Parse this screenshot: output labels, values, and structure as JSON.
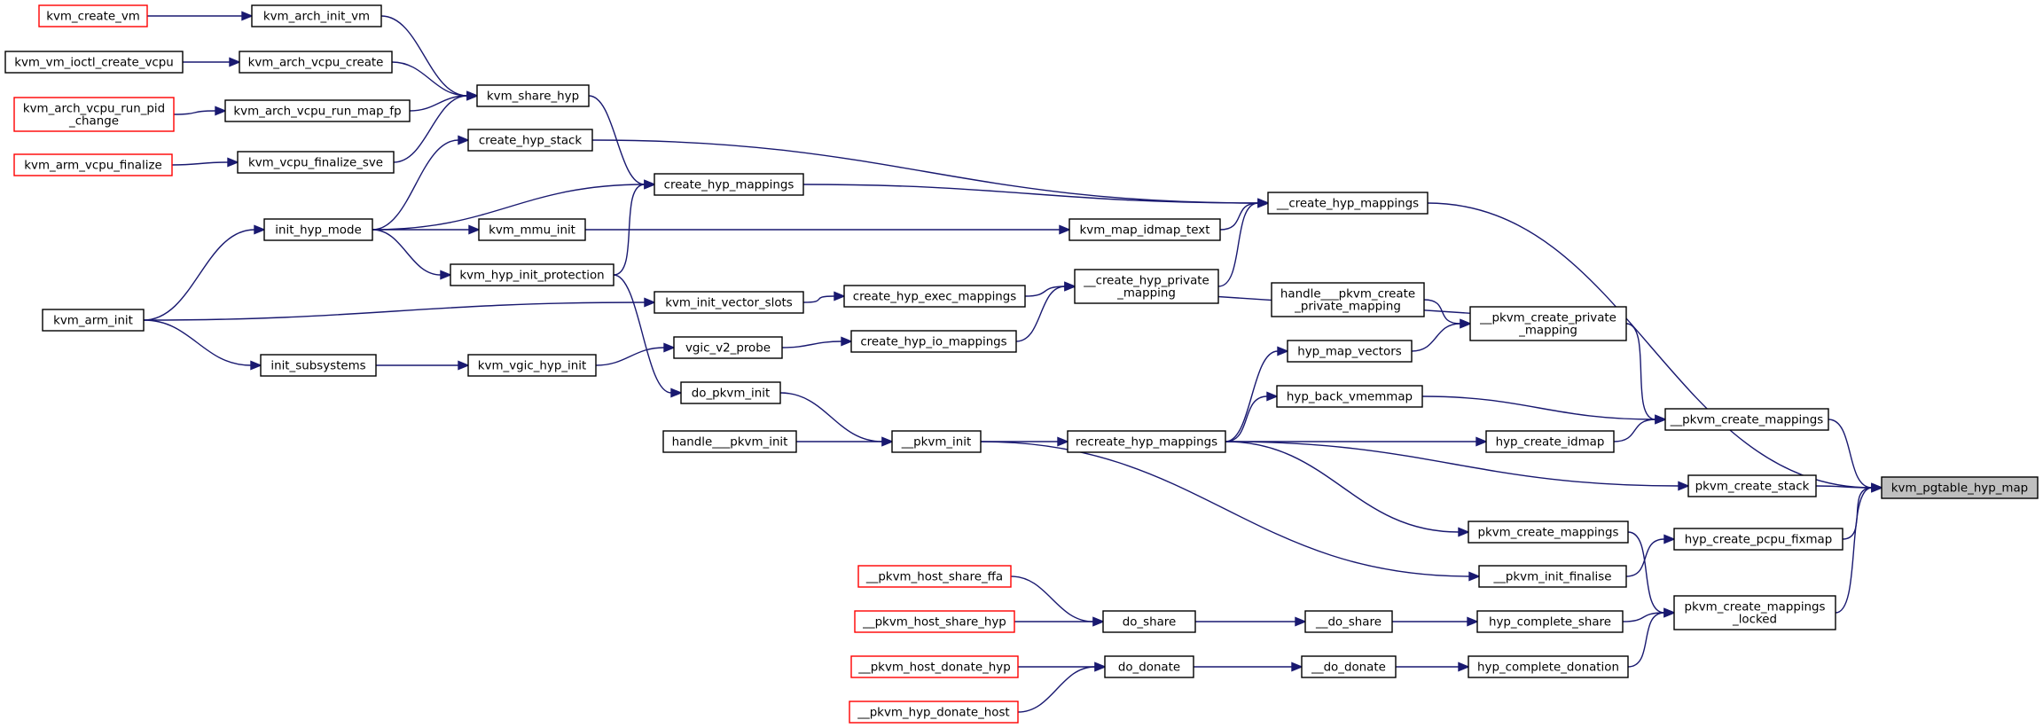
{
  "graph": {
    "nodes": [
      {
        "id": "kvm_pgtable_hyp_map",
        "label": "kvm_pgtable_hyp_map",
        "style": "root"
      },
      {
        "id": "kvm_create_vm",
        "label": "kvm_create_vm",
        "style": "red"
      },
      {
        "id": "kvm_arch_init_vm",
        "label": "kvm_arch_init_vm",
        "style": "normal"
      },
      {
        "id": "kvm_vm_ioctl_create_vcpu",
        "label": "kvm_vm_ioctl_create_vcpu",
        "style": "normal"
      },
      {
        "id": "kvm_arch_vcpu_create",
        "label": "kvm_arch_vcpu_create",
        "style": "normal"
      },
      {
        "id": "kvm_arch_vcpu_run_pid_change",
        "label": "kvm_arch_vcpu_run_pid\n_change",
        "style": "red"
      },
      {
        "id": "kvm_arch_vcpu_run_map_fp",
        "label": "kvm_arch_vcpu_run_map_fp",
        "style": "normal"
      },
      {
        "id": "kvm_share_hyp",
        "label": "kvm_share_hyp",
        "style": "normal"
      },
      {
        "id": "kvm_arm_vcpu_finalize",
        "label": "kvm_arm_vcpu_finalize",
        "style": "red"
      },
      {
        "id": "kvm_vcpu_finalize_sve",
        "label": "kvm_vcpu_finalize_sve",
        "style": "normal"
      },
      {
        "id": "create_hyp_stack",
        "label": "create_hyp_stack",
        "style": "normal"
      },
      {
        "id": "create_hyp_mappings",
        "label": "create_hyp_mappings",
        "style": "normal"
      },
      {
        "id": "__create_hyp_mappings",
        "label": "__create_hyp_mappings",
        "style": "normal"
      },
      {
        "id": "init_hyp_mode",
        "label": "init_hyp_mode",
        "style": "normal"
      },
      {
        "id": "kvm_mmu_init",
        "label": "kvm_mmu_init",
        "style": "normal"
      },
      {
        "id": "kvm_map_idmap_text",
        "label": "kvm_map_idmap_text",
        "style": "normal"
      },
      {
        "id": "kvm_hyp_init_protection",
        "label": "kvm_hyp_init_protection",
        "style": "normal"
      },
      {
        "id": "__create_hyp_private_mapping",
        "label": "__create_hyp_private\n_mapping",
        "style": "normal"
      },
      {
        "id": "handle___pkvm_create_private_mapping",
        "label": "handle___pkvm_create\n_private_mapping",
        "style": "normal"
      },
      {
        "id": "kvm_arm_init",
        "label": "kvm_arm_init",
        "style": "normal"
      },
      {
        "id": "kvm_init_vector_slots",
        "label": "kvm_init_vector_slots",
        "style": "normal"
      },
      {
        "id": "create_hyp_exec_mappings",
        "label": "create_hyp_exec_mappings",
        "style": "normal"
      },
      {
        "id": "__pkvm_create_private_mapping",
        "label": "__pkvm_create_private\n_mapping",
        "style": "normal"
      },
      {
        "id": "init_subsystems",
        "label": "init_subsystems",
        "style": "normal"
      },
      {
        "id": "kvm_vgic_hyp_init",
        "label": "kvm_vgic_hyp_init",
        "style": "normal"
      },
      {
        "id": "vgic_v2_probe",
        "label": "vgic_v2_probe",
        "style": "normal"
      },
      {
        "id": "create_hyp_io_mappings",
        "label": "create_hyp_io_mappings",
        "style": "normal"
      },
      {
        "id": "hyp_map_vectors",
        "label": "hyp_map_vectors",
        "style": "normal"
      },
      {
        "id": "do_pkvm_init",
        "label": "do_pkvm_init",
        "style": "normal"
      },
      {
        "id": "hyp_back_vmemmap",
        "label": "hyp_back_vmemmap",
        "style": "normal"
      },
      {
        "id": "__pkvm_create_mappings",
        "label": "__pkvm_create_mappings",
        "style": "normal"
      },
      {
        "id": "handle___pkvm_init",
        "label": "handle___pkvm_init",
        "style": "normal"
      },
      {
        "id": "__pkvm_init",
        "label": "__pkvm_init",
        "style": "normal"
      },
      {
        "id": "recreate_hyp_mappings",
        "label": "recreate_hyp_mappings",
        "style": "normal"
      },
      {
        "id": "hyp_create_idmap",
        "label": "hyp_create_idmap",
        "style": "normal"
      },
      {
        "id": "pkvm_create_stack",
        "label": "pkvm_create_stack",
        "style": "normal"
      },
      {
        "id": "pkvm_create_mappings",
        "label": "pkvm_create_mappings",
        "style": "normal"
      },
      {
        "id": "hyp_create_pcpu_fixmap",
        "label": "hyp_create_pcpu_fixmap",
        "style": "normal"
      },
      {
        "id": "__pkvm_init_finalise",
        "label": "__pkvm_init_finalise",
        "style": "normal"
      },
      {
        "id": "__pkvm_host_share_ffa",
        "label": "__pkvm_host_share_ffa",
        "style": "red"
      },
      {
        "id": "do_share",
        "label": "do_share",
        "style": "normal"
      },
      {
        "id": "__pkvm_host_share_hyp",
        "label": "__pkvm_host_share_hyp",
        "style": "red"
      },
      {
        "id": "__do_share",
        "label": "__do_share",
        "style": "normal"
      },
      {
        "id": "hyp_complete_share",
        "label": "hyp_complete_share",
        "style": "normal"
      },
      {
        "id": "pkvm_create_mappings_locked",
        "label": "pkvm_create_mappings\n_locked",
        "style": "normal"
      },
      {
        "id": "__pkvm_host_donate_hyp",
        "label": "__pkvm_host_donate_hyp",
        "style": "red"
      },
      {
        "id": "do_donate",
        "label": "do_donate",
        "style": "normal"
      },
      {
        "id": "__do_donate",
        "label": "__do_donate",
        "style": "normal"
      },
      {
        "id": "hyp_complete_donation",
        "label": "hyp_complete_donation",
        "style": "normal"
      },
      {
        "id": "__pkvm_hyp_donate_host",
        "label": "__pkvm_hyp_donate_host",
        "style": "red"
      }
    ],
    "edges": [
      [
        "kvm_create_vm",
        "kvm_arch_init_vm"
      ],
      [
        "kvm_arch_init_vm",
        "kvm_share_hyp"
      ],
      [
        "kvm_vm_ioctl_create_vcpu",
        "kvm_arch_vcpu_create"
      ],
      [
        "kvm_arch_vcpu_create",
        "kvm_share_hyp"
      ],
      [
        "kvm_arch_vcpu_run_pid_change",
        "kvm_arch_vcpu_run_map_fp"
      ],
      [
        "kvm_arch_vcpu_run_map_fp",
        "kvm_share_hyp"
      ],
      [
        "kvm_arm_vcpu_finalize",
        "kvm_vcpu_finalize_sve"
      ],
      [
        "kvm_vcpu_finalize_sve",
        "kvm_share_hyp"
      ],
      [
        "kvm_share_hyp",
        "create_hyp_mappings"
      ],
      [
        "create_hyp_stack",
        "__create_hyp_mappings"
      ],
      [
        "init_hyp_mode",
        "create_hyp_stack"
      ],
      [
        "init_hyp_mode",
        "create_hyp_mappings"
      ],
      [
        "create_hyp_mappings",
        "__create_hyp_mappings"
      ],
      [
        "init_hyp_mode",
        "kvm_mmu_init"
      ],
      [
        "kvm_mmu_init",
        "kvm_map_idmap_text"
      ],
      [
        "kvm_map_idmap_text",
        "__create_hyp_mappings"
      ],
      [
        "init_hyp_mode",
        "kvm_hyp_init_protection"
      ],
      [
        "kvm_hyp_init_protection",
        "create_hyp_mappings"
      ],
      [
        "__create_hyp_private_mapping",
        "__create_hyp_mappings"
      ],
      [
        "kvm_arm_init",
        "init_hyp_mode"
      ],
      [
        "kvm_arm_init",
        "kvm_init_vector_slots"
      ],
      [
        "kvm_init_vector_slots",
        "create_hyp_exec_mappings"
      ],
      [
        "create_hyp_exec_mappings",
        "__create_hyp_private_mapping"
      ],
      [
        "create_hyp_io_mappings",
        "__create_hyp_private_mapping"
      ],
      [
        "handle___pkvm_create_private_mapping",
        "__pkvm_create_private_mapping"
      ],
      [
        "__pkvm_create_private_mapping",
        "__create_hyp_private_mapping"
      ],
      [
        "kvm_arm_init",
        "init_subsystems"
      ],
      [
        "init_subsystems",
        "kvm_vgic_hyp_init"
      ],
      [
        "kvm_vgic_hyp_init",
        "vgic_v2_probe"
      ],
      [
        "vgic_v2_probe",
        "create_hyp_io_mappings"
      ],
      [
        "hyp_map_vectors",
        "__pkvm_create_private_mapping"
      ],
      [
        "__pkvm_create_private_mapping",
        "__pkvm_create_mappings"
      ],
      [
        "kvm_hyp_init_protection",
        "do_pkvm_init"
      ],
      [
        "do_pkvm_init",
        "__pkvm_init"
      ],
      [
        "handle___pkvm_init",
        "__pkvm_init"
      ],
      [
        "__pkvm_init",
        "recreate_hyp_mappings"
      ],
      [
        "recreate_hyp_mappings",
        "hyp_map_vectors"
      ],
      [
        "recreate_hyp_mappings",
        "hyp_back_vmemmap"
      ],
      [
        "hyp_back_vmemmap",
        "__pkvm_create_mappings"
      ],
      [
        "recreate_hyp_mappings",
        "hyp_create_idmap"
      ],
      [
        "hyp_create_idmap",
        "__pkvm_create_mappings"
      ],
      [
        "recreate_hyp_mappings",
        "pkvm_create_stack"
      ],
      [
        "recreate_hyp_mappings",
        "pkvm_create_mappings"
      ],
      [
        "__pkvm_init",
        "__pkvm_init_finalise"
      ],
      [
        "__pkvm_init_finalise",
        "hyp_create_pcpu_fixmap"
      ],
      [
        "__pkvm_host_share_ffa",
        "do_share"
      ],
      [
        "__pkvm_host_share_hyp",
        "do_share"
      ],
      [
        "do_share",
        "__do_share"
      ],
      [
        "__do_share",
        "hyp_complete_share"
      ],
      [
        "hyp_complete_share",
        "pkvm_create_mappings_locked"
      ],
      [
        "pkvm_create_mappings",
        "pkvm_create_mappings_locked"
      ],
      [
        "__pkvm_host_donate_hyp",
        "do_donate"
      ],
      [
        "__pkvm_hyp_donate_host",
        "do_donate"
      ],
      [
        "do_donate",
        "__do_donate"
      ],
      [
        "__do_donate",
        "hyp_complete_donation"
      ],
      [
        "hyp_complete_donation",
        "pkvm_create_mappings_locked"
      ],
      [
        "__create_hyp_mappings",
        "kvm_pgtable_hyp_map"
      ],
      [
        "__pkvm_create_mappings",
        "kvm_pgtable_hyp_map"
      ],
      [
        "pkvm_create_stack",
        "kvm_pgtable_hyp_map"
      ],
      [
        "hyp_create_pcpu_fixmap",
        "kvm_pgtable_hyp_map"
      ],
      [
        "pkvm_create_mappings_locked",
        "kvm_pgtable_hyp_map"
      ]
    ]
  }
}
